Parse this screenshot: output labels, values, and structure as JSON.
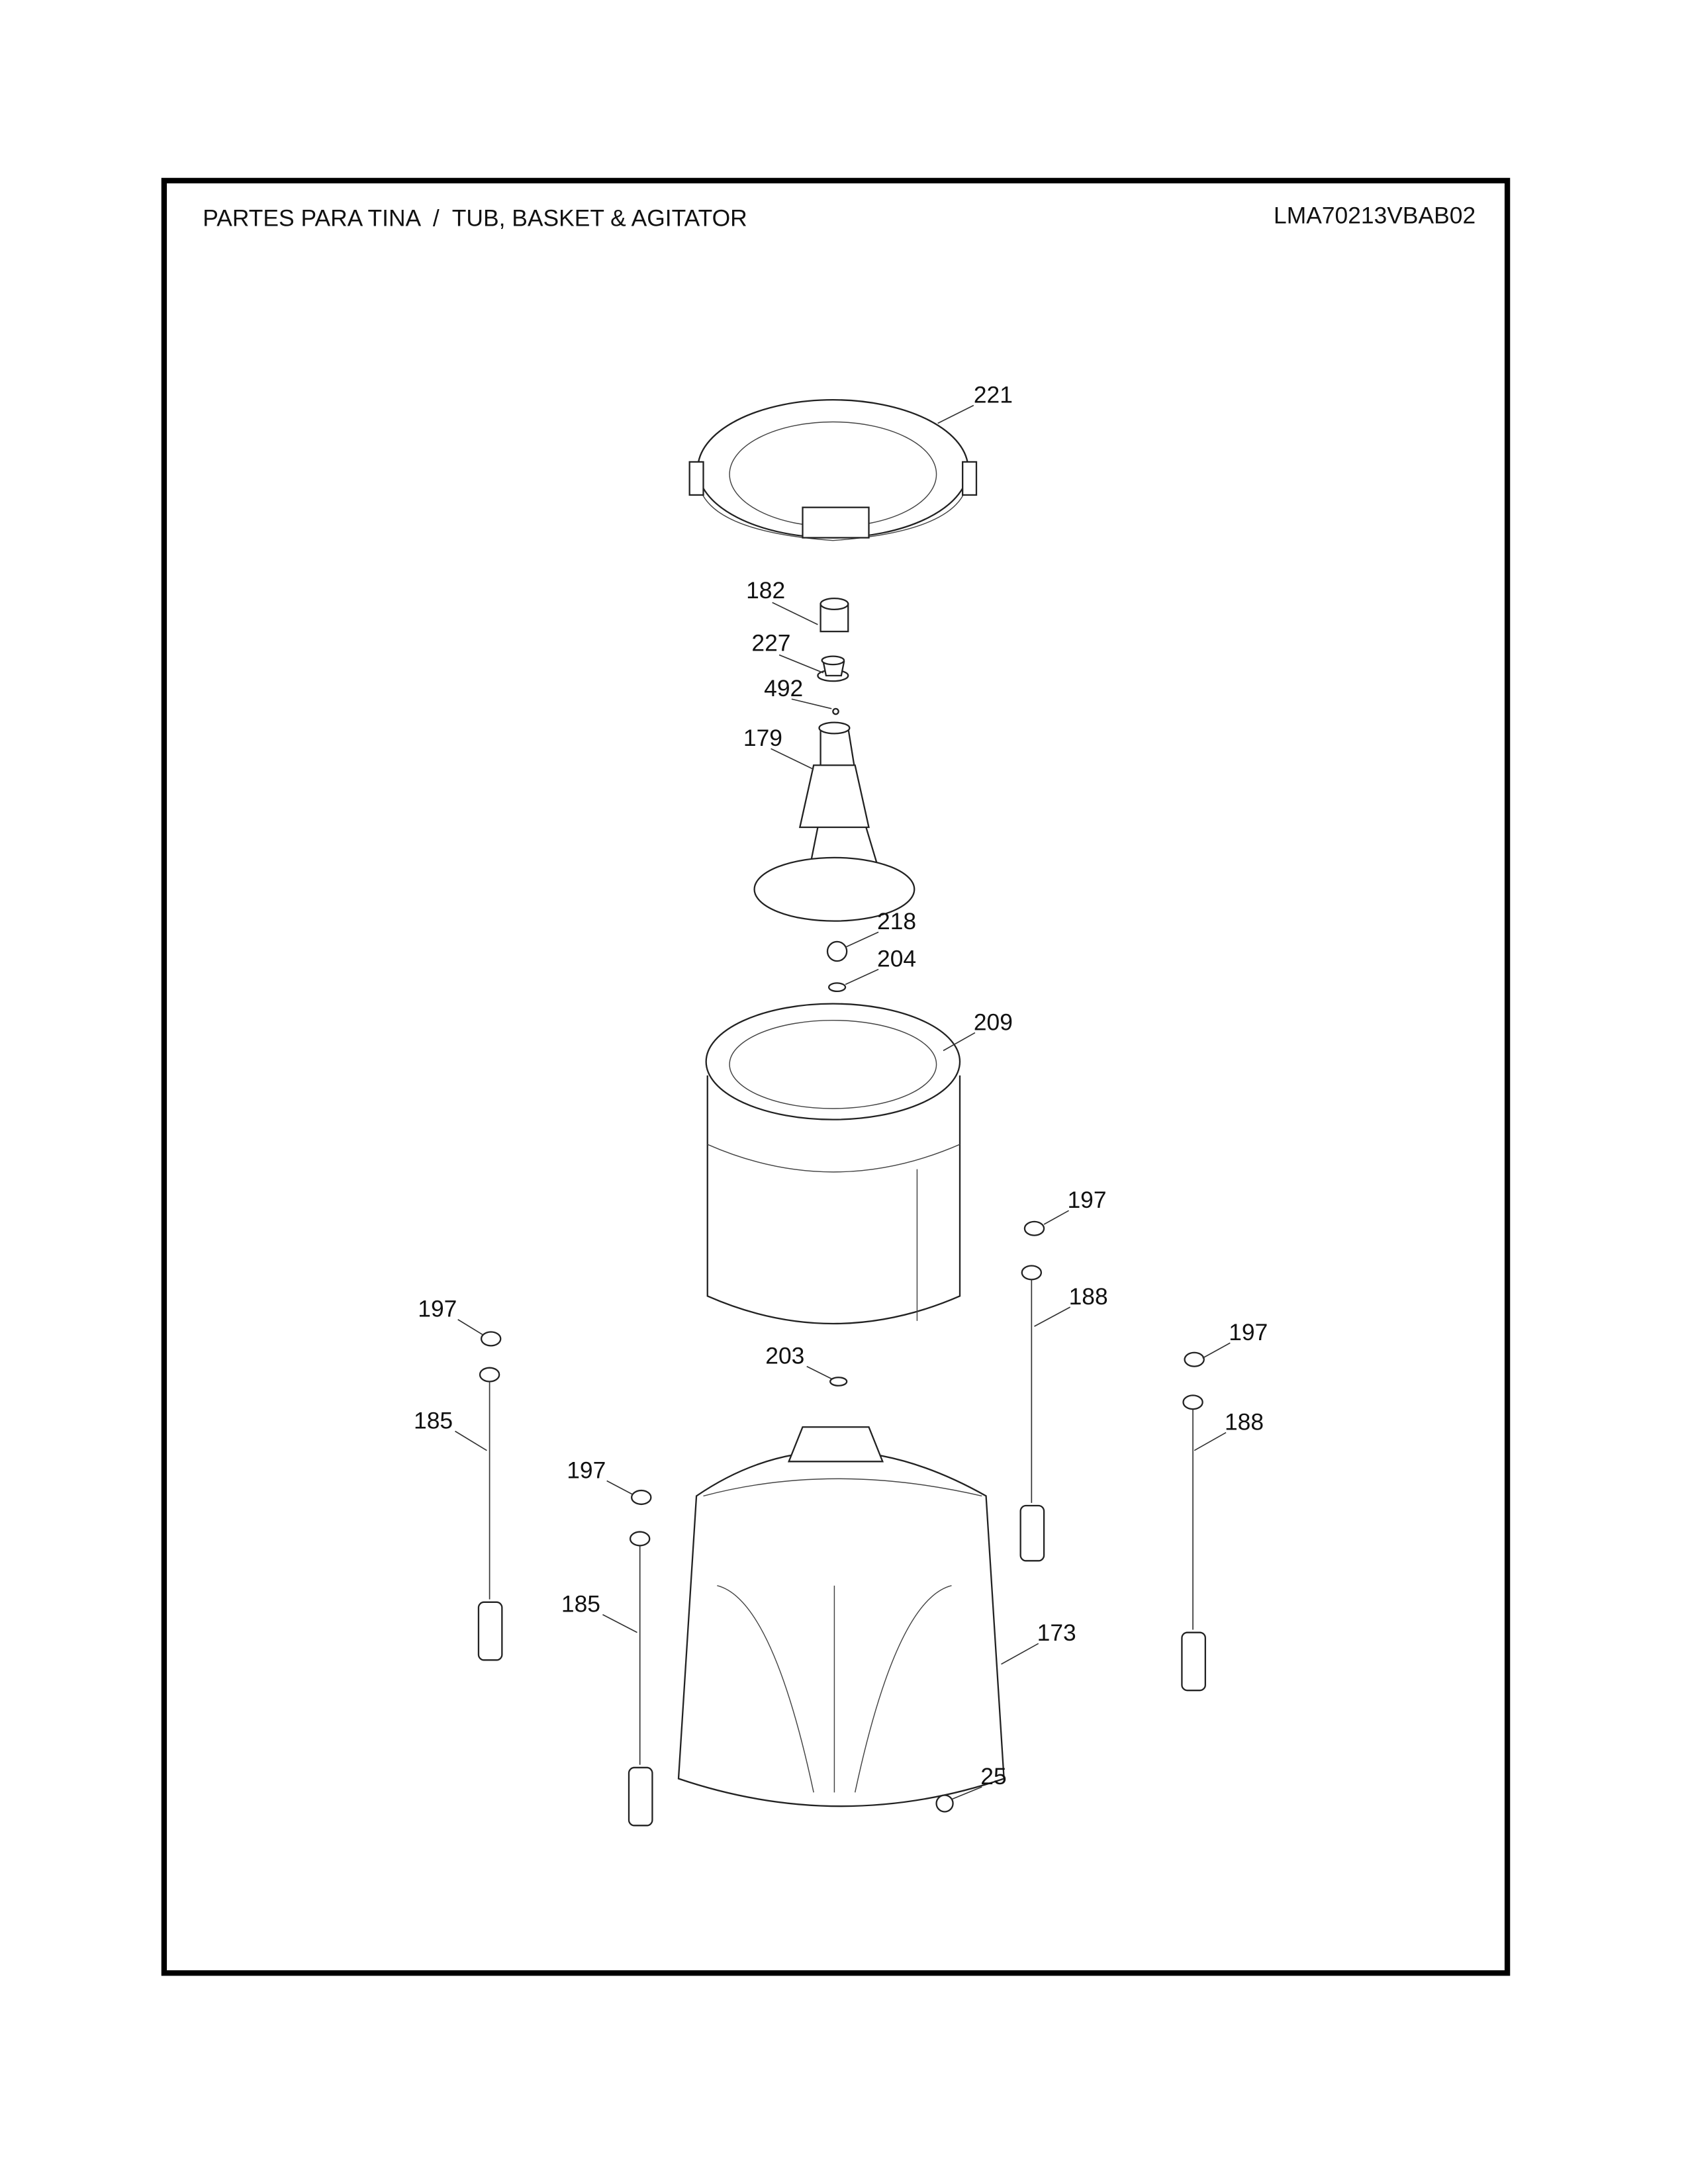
{
  "header": {
    "title": "PARTES PARA TINA  /  TUB, BASKET & AGITATOR",
    "model": "LMA70213VBAB02"
  },
  "callouts": [
    {
      "id": "c221",
      "label": "221",
      "part": "tub-cover-ring"
    },
    {
      "id": "c182",
      "label": "182",
      "part": "agitator-cap"
    },
    {
      "id": "c227",
      "label": "227",
      "part": "agitator-bushing"
    },
    {
      "id": "c492",
      "label": "492",
      "part": "screw"
    },
    {
      "id": "c179",
      "label": "179",
      "part": "agitator"
    },
    {
      "id": "c218",
      "label": "218",
      "part": "nut"
    },
    {
      "id": "c204",
      "label": "204",
      "part": "washer"
    },
    {
      "id": "c209",
      "label": "209",
      "part": "basket"
    },
    {
      "id": "c197a",
      "label": "197",
      "part": "suspension-cap"
    },
    {
      "id": "c188a",
      "label": "188",
      "part": "suspension-rod"
    },
    {
      "id": "c197b",
      "label": "197",
      "part": "suspension-cap"
    },
    {
      "id": "c203",
      "label": "203",
      "part": "seal"
    },
    {
      "id": "c197c",
      "label": "197",
      "part": "suspension-cap"
    },
    {
      "id": "c185a",
      "label": "185",
      "part": "suspension-rod"
    },
    {
      "id": "c188b",
      "label": "188",
      "part": "suspension-rod"
    },
    {
      "id": "c197d",
      "label": "197",
      "part": "suspension-cap"
    },
    {
      "id": "c185b",
      "label": "185",
      "part": "suspension-rod"
    },
    {
      "id": "c173",
      "label": "173",
      "part": "outer-tub"
    },
    {
      "id": "c25",
      "label": "25",
      "part": "drain-fitting"
    }
  ]
}
